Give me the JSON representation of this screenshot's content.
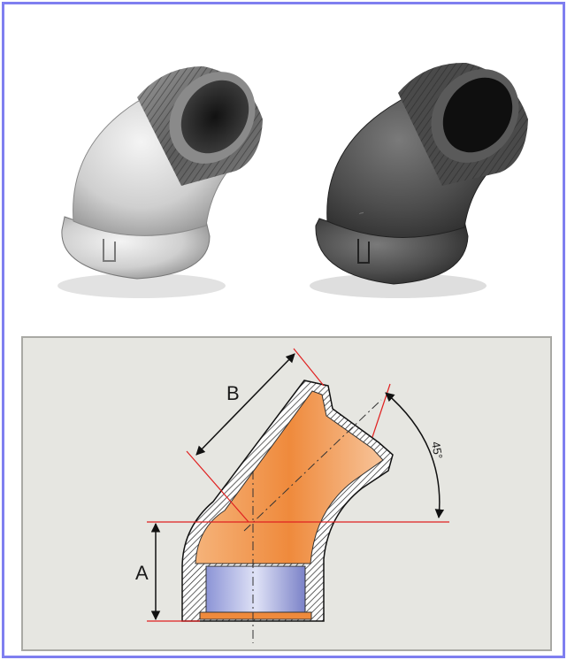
{
  "figure": {
    "photos": [
      {
        "name": "galvanized-elbow",
        "finish": "galvanized"
      },
      {
        "name": "black-iron-elbow",
        "finish": "black"
      }
    ],
    "diagram": {
      "dimension_a": "A",
      "dimension_b": "B",
      "angle": "45°"
    }
  },
  "colors": {
    "frame_border": "#7f7ff0",
    "panel_bg": "#e6e6e1",
    "bore_fill": "#f0a060",
    "thread_fill": "#8c94d6",
    "red_lines": "#e02020"
  }
}
